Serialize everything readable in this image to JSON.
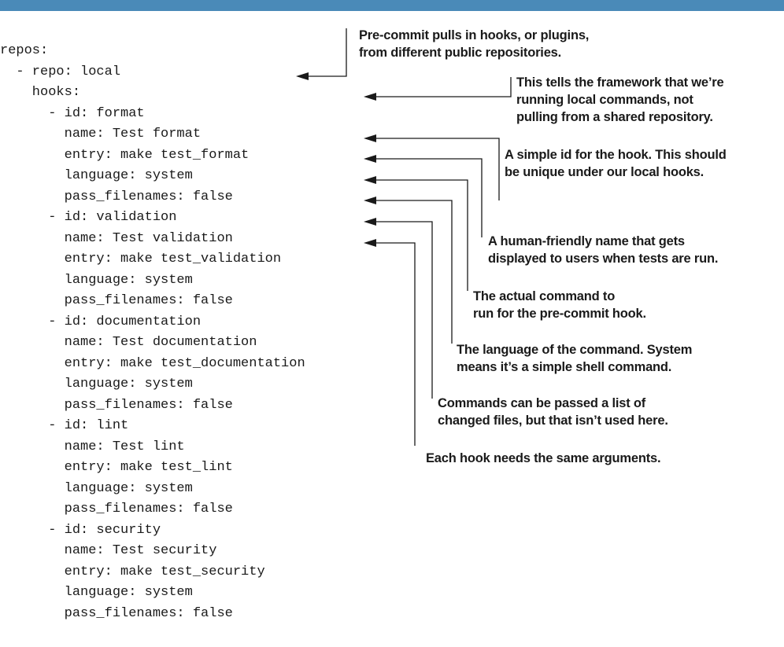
{
  "code_lines": [
    "repos:",
    "  - repo: local",
    "    hooks:",
    "      - id: format",
    "        name: Test format",
    "        entry: make test_format",
    "        language: system",
    "        pass_filenames: false",
    "      - id: validation",
    "        name: Test validation",
    "        entry: make test_validation",
    "        language: system",
    "        pass_filenames: false",
    "      - id: documentation",
    "        name: Test documentation",
    "        entry: make test_documentation",
    "        language: system",
    "        pass_filenames: false",
    "      - id: lint",
    "        name: Test lint",
    "        entry: make test_lint",
    "        language: system",
    "        pass_filenames: false",
    "      - id: security",
    "        name: Test security",
    "        entry: make test_security",
    "        language: system",
    "        pass_filenames: false"
  ],
  "annotations": {
    "repos": [
      "Pre-commit pulls in hooks, or plugins,",
      "from different public repositories."
    ],
    "local": [
      "This tells the framework that we’re",
      "running local commands, not",
      "pulling from a shared repository."
    ],
    "id": [
      "A simple id for the hook. This should",
      "be unique under our local hooks."
    ],
    "name": [
      "A human-friendly name that gets",
      "displayed to users when tests are run."
    ],
    "entry": [
      "The actual command to",
      "run for the pre-commit hook."
    ],
    "language": [
      "The language of the command. System",
      "means it’s a simple shell command."
    ],
    "pass_filenames": [
      "Commands can be passed a list of",
      "changed files, but that isn’t used here."
    ],
    "each_hook": [
      "Each hook needs the same arguments."
    ]
  }
}
